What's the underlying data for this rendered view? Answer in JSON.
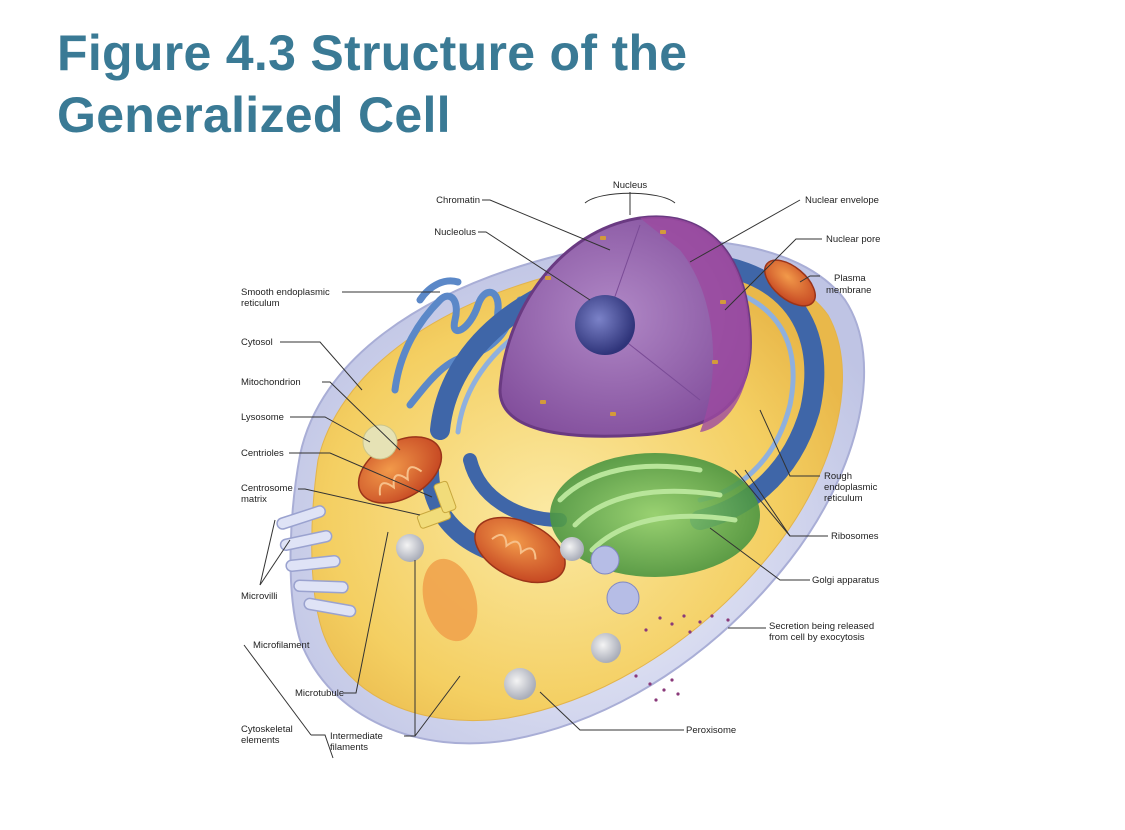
{
  "title": {
    "line1": "Figure 4.3 Structure of the",
    "line2": "Generalized Cell"
  },
  "colors": {
    "title": "#3a7a95",
    "cytoplasm": "#f6d777",
    "nucleus": "#8e55a6",
    "nucleolus": "#3f3f8c",
    "rough_er": "#4f78b8",
    "smooth_er": "#5b88c8",
    "golgi": "#5aa24a",
    "mitochondria": "#d9592a",
    "membrane": "#c9cde8"
  },
  "labels": {
    "nucleus": "Nucleus",
    "chromatin": "Chromatin",
    "nucleolus": "Nucleolus",
    "nuclear_envelope": "Nuclear envelope",
    "nuclear_pore": "Nuclear pore",
    "plasma_membrane_1": "Plasma",
    "plasma_membrane_2": "membrane",
    "smooth_er_1": "Smooth endoplasmic",
    "smooth_er_2": "reticulum",
    "cytosol": "Cytosol",
    "mitochondrion": "Mitochondrion",
    "lysosome": "Lysosome",
    "centrioles": "Centrioles",
    "centrosome_1": "Centrosome",
    "centrosome_2": "matrix",
    "rough_er_1": "Rough",
    "rough_er_2": "endoplasmic",
    "rough_er_3": "reticulum",
    "ribosomes": "Ribosomes",
    "golgi": "Golgi apparatus",
    "microvilli": "Microvilli",
    "microfilament": "Microfilament",
    "secretion_1": "Secretion being released",
    "secretion_2": "from cell by exocytosis",
    "microtubule": "Microtubule",
    "peroxisome": "Peroxisome",
    "cytoskeletal_1": "Cytoskeletal",
    "cytoskeletal_2": "elements",
    "intermediate_1": "Intermediate",
    "intermediate_2": "filaments"
  }
}
